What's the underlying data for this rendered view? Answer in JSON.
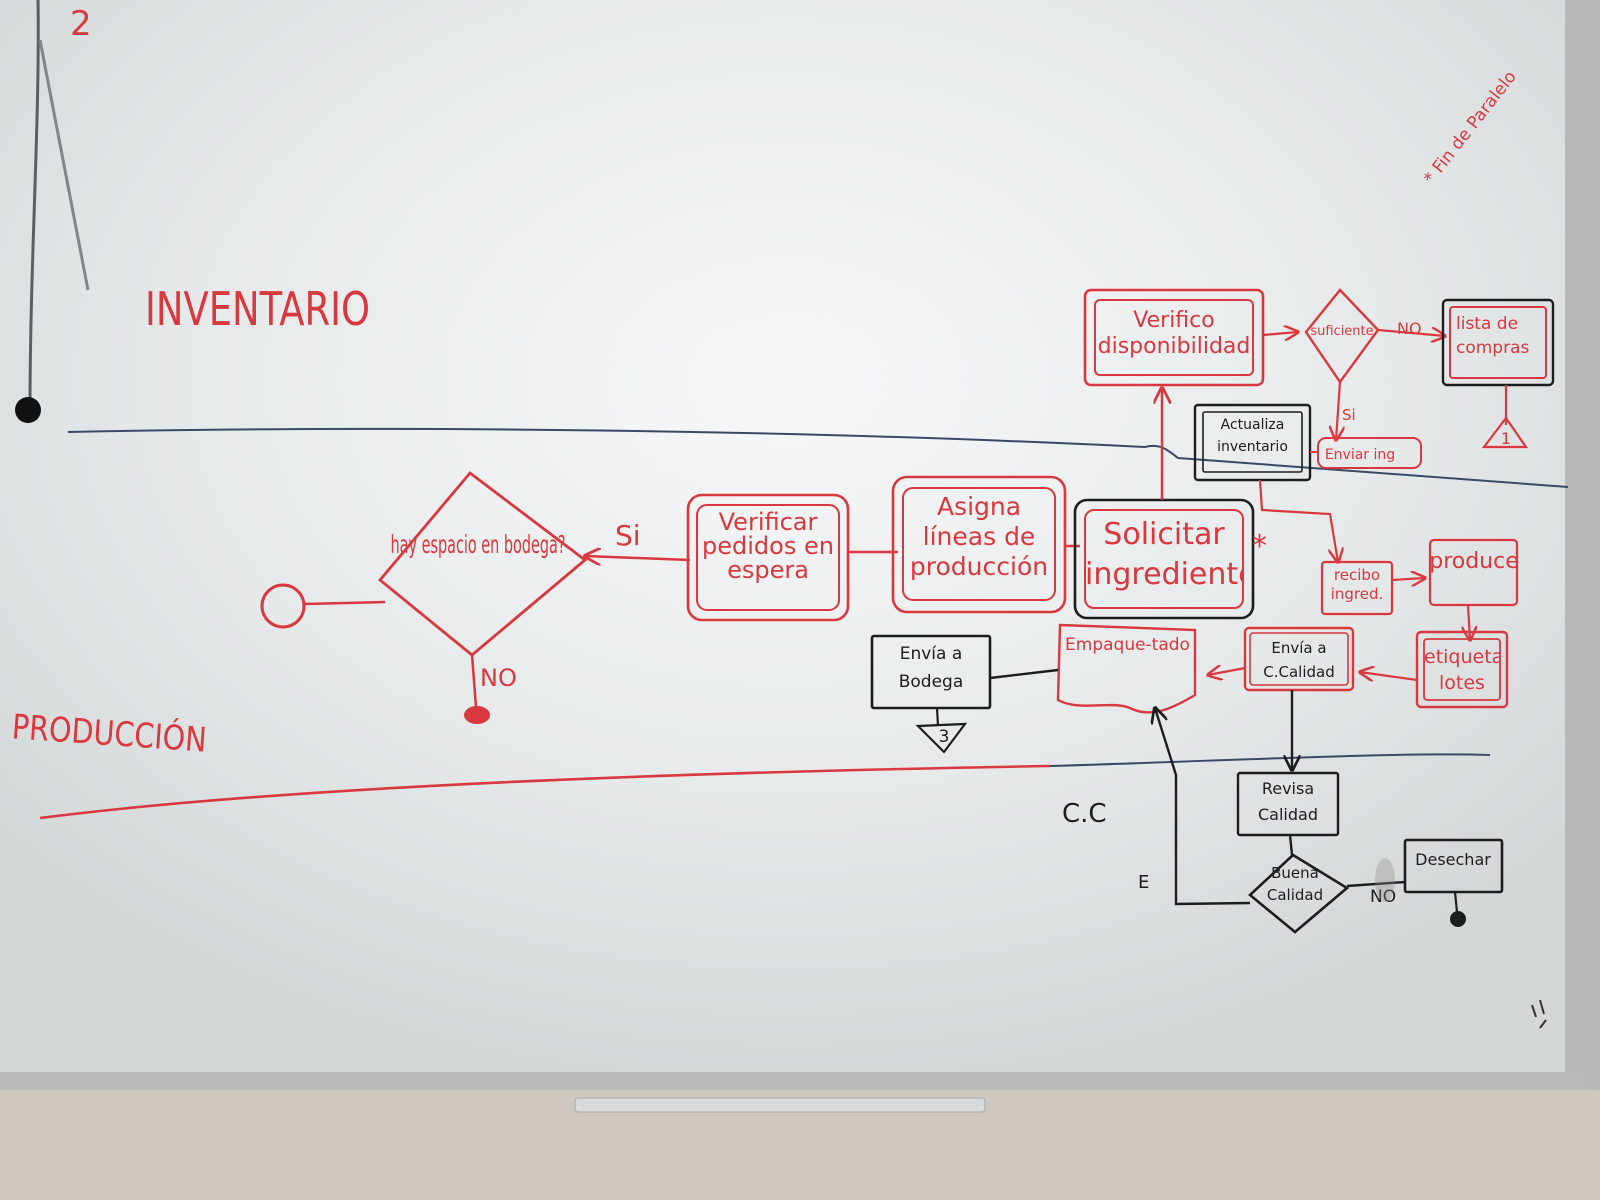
{
  "corner_mark": "2",
  "lanes": {
    "inventario": "INVENTARIO",
    "produccion": "PRODUCCIÓN",
    "cc": "C.C"
  },
  "top_right_note": "* Fin de Paralelo",
  "nodes": {
    "decision_espacio": "hay espacio en bodega?",
    "label_si": "Si",
    "label_no": "NO",
    "verificar_pedidos": "Verificar pedidos en espera",
    "asigna_lineas": "Asigna líneas de producción",
    "solicitar": "Solicitar ingredientes",
    "asterisk": "*",
    "verifico_disp": "Verifico disponibilidad",
    "suficiente": "suficiente",
    "no_top": "NO",
    "lista_compras": "lista de compras",
    "actualiza": "Actualiza inventario",
    "enviar_ing": "Enviar ing",
    "si_small": "Si",
    "connector_1": "1",
    "recibo": "recibo ingred.",
    "produce": "produce",
    "etiqueta": "etiqueta lotes",
    "envia_calidad": "Envía a C.Calidad",
    "empaquetado": "Empaque-tado",
    "envia_bodega": "Envía a Bodega",
    "connector_3": "3",
    "revisa": "Revisa Calidad",
    "buena": "Buena Calidad",
    "desechar": "Desechar",
    "no_bottom": "NO",
    "e_label": "E"
  },
  "colors": {
    "board": "#e9ecec",
    "red_marker": "#d8383e",
    "black_marker": "#1d1d1f",
    "blue_line": "#3a4a66"
  }
}
